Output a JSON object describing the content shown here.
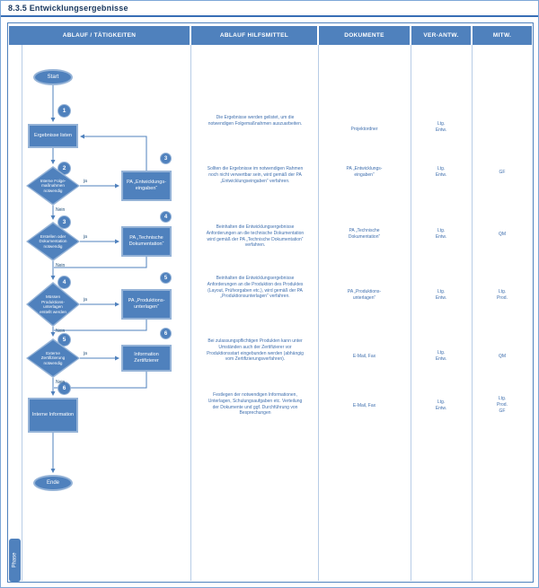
{
  "title": "8.3.5 Entwicklungsergebnisse",
  "columns": {
    "activities": "ABLAUF / TÄTIGKEITEN",
    "aids": "ABLAUF HILFSMITTEL",
    "documents": "DOKUMENTE",
    "responsible": "VER-ANTW.",
    "participants": "MITW."
  },
  "phase_label": "Phase",
  "flow": {
    "start": "Start",
    "end": "Ende",
    "yes": "ja",
    "no": "Nein",
    "step_numbers": [
      "1",
      "2",
      "3",
      "4",
      "5",
      "6"
    ],
    "branch_numbers": [
      "3",
      "4",
      "5",
      "6"
    ],
    "nodes": {
      "list_results": "Ergebnisse listen",
      "d_internal_followup": "Interne Folge-\nmaßnahmen\nnotwendig",
      "pa_entwicklungseingaben": "PA „Entwicklungs-\neingaben“",
      "d_documentation": "Erstellen oder\nDokumentation\nnotwendig",
      "pa_technische_dokumentation": "PA „Technische\nDokumentation“",
      "d_production_docs": "Müssen\nProduktions-\nunterlagen\nerstellt werden",
      "pa_produktionsunterlagen": "PA „Produktions-\nunterlagen“",
      "d_certification": "Externe\nZertifizierung\nnotwendig",
      "info_certifier": "Information\nZertifizierer",
      "internal_information": "Interne Information"
    }
  },
  "rows": [
    {
      "aid": "Die Ergebnisse werden gelistet, um die notwendigen Folgemaßnahmen auszuarbeiten.",
      "document": "Projektordner",
      "responsible": "Ltg.\nEntw.",
      "participant": ""
    },
    {
      "aid": "Sollten die Ergebnisse im notwendigen Rahmen noch nicht verwertbar sein, wird gemäß der PA „Entwicklungseingaben“ verfahren.",
      "document": "PA „Entwicklungs-\neingaben“",
      "responsible": "Ltg.\nEntw.",
      "participant": "GF"
    },
    {
      "aid": "Beinhalten die Entwicklungsergebnisse Anforderungen an die technische Dokumentation wird gemäß der PA „Technische Dokumentation“ verfahren.",
      "document": "PA „Technische\nDokumentation“",
      "responsible": "Ltg.\nEntw.",
      "participant": "QM"
    },
    {
      "aid": "Beinhalten die Entwicklungsergebnisse Anforderungen an die Produktion des Produktes (Layout, Prüfvorgaben etc.), wird gemäß der PA „Produktionsunterlagen“ verfahren.",
      "document": "PA „Produktions-\nunterlagen“",
      "responsible": "Ltg.\nEntw.",
      "participant": "Ltg.\nProd."
    },
    {
      "aid": "Bei zulassungspflichtigen Produkten kann unter Umständen auch der Zertifizierer vor Produktionsstart eingebunden werden (abhängig vom Zertifizierungsverfahren).",
      "document": "E-Mail, Fax",
      "responsible": "Ltg.\nEntw.",
      "participant": "QM"
    },
    {
      "aid": "Festlegen der notwendigen Informationen, Unterlagen, Schulungsaufgaben etc. Verteilung der Dokumente und ggf. Durchführung von Besprechungen",
      "document": "E-Mail, Fax",
      "responsible": "Ltg.\nEntw.",
      "participant": "Ltg.\nProd.\nGF"
    }
  ]
}
